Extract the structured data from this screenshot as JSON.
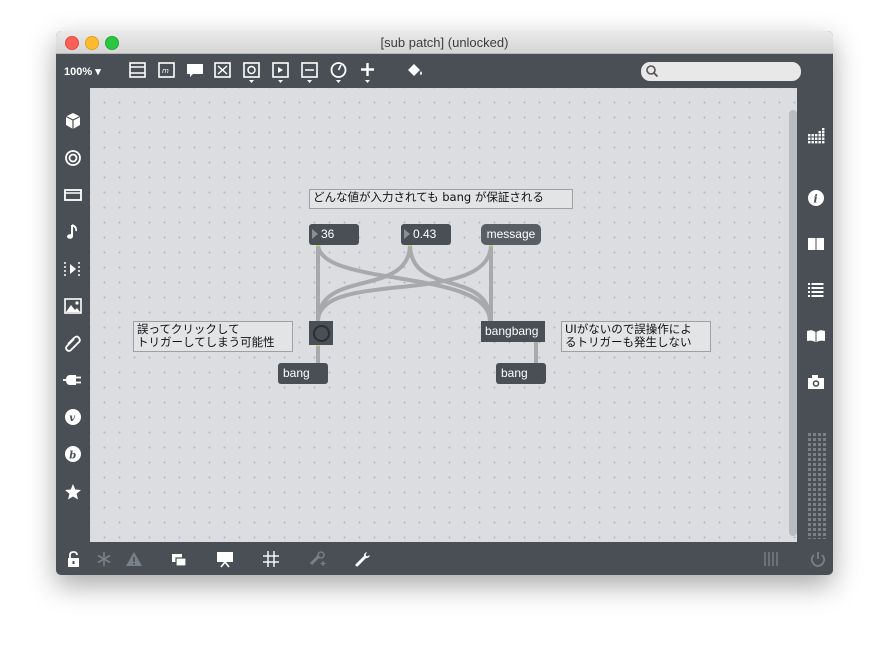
{
  "window": {
    "title": "[sub patch] (unlocked)"
  },
  "toolbar": {
    "zoom": "100%",
    "search": {
      "placeholder": ""
    },
    "icons": [
      "presentation-icon",
      "message-icon",
      "comment-icon",
      "toggle-icon",
      "button-icon",
      "play-icon",
      "slider-icon",
      "dial-icon",
      "plus-icon",
      "paint-bucket-icon"
    ]
  },
  "left_sidebar": {
    "icons": [
      "cube-icon",
      "target-icon",
      "window-icon",
      "music-note-icon",
      "playlist-icon",
      "image-icon",
      "paperclip-icon",
      "plug-icon",
      "vizzie-icon",
      "beap-icon",
      "star-icon"
    ]
  },
  "right_sidebar": {
    "icons": [
      "grid-icon",
      "info-icon",
      "book-icon",
      "list-icon",
      "open-book-icon",
      "camera-icon"
    ]
  },
  "bottombar": {
    "icons": [
      "lock-icon",
      "snowflake-icon",
      "warning-icon",
      "windows-icon",
      "presentation-screen-icon",
      "grid-icon",
      "debug-icon",
      "wrench-icon",
      "mixer-icon",
      "power-icon"
    ]
  },
  "patch": {
    "comment_top": "どんな値が入力されても bang が保証される",
    "num1": "36",
    "num2": "0.43",
    "msg": "message",
    "comment_left": "誤ってクリックして\nトリガーしてしまう可能性",
    "bangbang": "bangbang",
    "comment_right": "UIがないので誤操作によ\nるトリガーも発生しない",
    "bang_left": "bang",
    "bang_right": "bang"
  },
  "colors": {
    "chrome": "#4a4f55",
    "canvas": "#dcdde0",
    "patch_cord": "#a7a9ad",
    "inlet": "#c7d36a"
  }
}
